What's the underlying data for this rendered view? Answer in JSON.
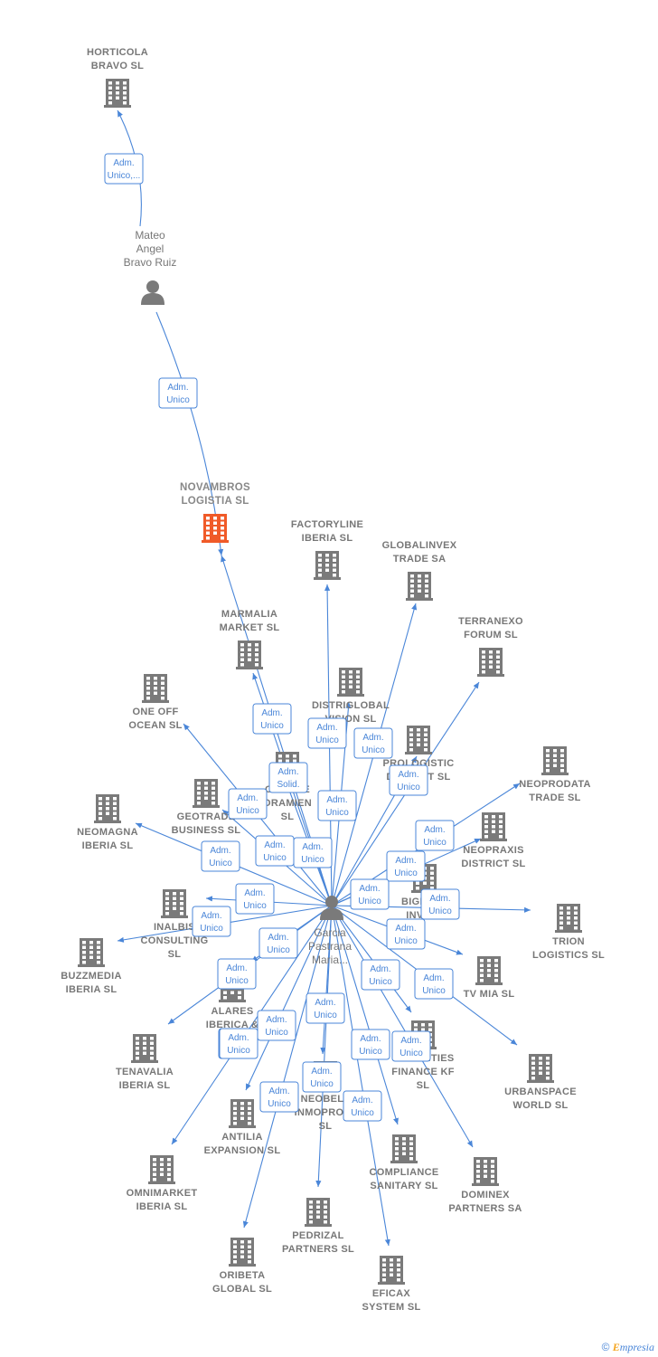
{
  "colors": {
    "building": "#7a7a7a",
    "main_building": "#f05a28",
    "person": "#7a7a7a",
    "edge": "#4a86d8"
  },
  "footer": {
    "copyright": "©",
    "brand_e": "E",
    "brand_rest": "mpresia"
  },
  "companies": [
    {
      "id": "horticola",
      "name": [
        "HORTICOLA",
        "BRAVO SL"
      ]
    },
    {
      "id": "novambros",
      "name": [
        "NOVAMBROS",
        "LOGISTIA SL"
      ],
      "main": true
    },
    {
      "id": "factoryline",
      "name": [
        "FACTORYLINE",
        "IBERIA SL"
      ]
    },
    {
      "id": "globalinvex",
      "name": [
        "GLOBALINVEX",
        "TRADE SA"
      ]
    },
    {
      "id": "terranexo",
      "name": [
        "TERRANEXO",
        "FORUM SL"
      ]
    },
    {
      "id": "marmalia",
      "name": [
        "MARMALIA",
        "MARKET SL"
      ]
    },
    {
      "id": "distriglobal",
      "name": [
        "DISTRIGLOBAL",
        "VISION SL"
      ]
    },
    {
      "id": "oneoff",
      "name": [
        "ONE OFF",
        "OCEAN SL"
      ]
    },
    {
      "id": "prologistic",
      "name": [
        "PROLOGISTIC",
        "DISTRICT SL"
      ]
    },
    {
      "id": "neoprodata",
      "name": [
        "NEOPRODATA",
        "TRADE SL"
      ]
    },
    {
      "id": "galomeoramien",
      "name": [
        "GALOME",
        "ORAMIEN",
        "SL"
      ]
    },
    {
      "id": "geotrade",
      "name": [
        "GEOTRADE",
        "BUSINESS SL"
      ]
    },
    {
      "id": "neomagna",
      "name": [
        "NEOMAGNA",
        "IBERIA SL"
      ]
    },
    {
      "id": "neopraxis",
      "name": [
        "NEOPRAXIS",
        "DISTRICT SL"
      ]
    },
    {
      "id": "bigpark",
      "name": [
        "BIGPARK",
        "INVEST"
      ]
    },
    {
      "id": "inalbis",
      "name": [
        "INALBIS",
        "CONSULTING",
        "SL"
      ]
    },
    {
      "id": "trion",
      "name": [
        "TRION",
        "LOGISTICS SL"
      ]
    },
    {
      "id": "buzzmedia",
      "name": [
        "BUZZMEDIA",
        "IBERIA SL"
      ]
    },
    {
      "id": "tvmia",
      "name": [
        "TV MIA SL"
      ]
    },
    {
      "id": "alares",
      "name": [
        "ALARES",
        "IBERICA &"
      ]
    },
    {
      "id": "tenavalia",
      "name": [
        "TENAVALIA",
        "IBERIA SL"
      ]
    },
    {
      "id": "securities",
      "name": [
        "SECURITIES",
        "FINANCE KF",
        "SL"
      ]
    },
    {
      "id": "urbanspace",
      "name": [
        "URBANSPACE",
        "WORLD SL"
      ]
    },
    {
      "id": "antilia",
      "name": [
        "ANTILIA",
        "EXPANSION SL"
      ]
    },
    {
      "id": "neobell",
      "name": [
        "NEOBELL",
        "INMOPROJE",
        "SL"
      ]
    },
    {
      "id": "omnimarket",
      "name": [
        "OMNIMARKET",
        "IBERIA SL"
      ]
    },
    {
      "id": "compliance",
      "name": [
        "COMPLIANCE",
        "SANITARY SL"
      ]
    },
    {
      "id": "dominex",
      "name": [
        "DOMINEX",
        "PARTNERS SA"
      ]
    },
    {
      "id": "pedrizal",
      "name": [
        "PEDRIZAL",
        "PARTNERS SL"
      ]
    },
    {
      "id": "oribeta",
      "name": [
        "ORIBETA",
        "GLOBAL SL"
      ]
    },
    {
      "id": "eficax",
      "name": [
        "EFICAX",
        "SYSTEM SL"
      ]
    }
  ],
  "persons": [
    {
      "id": "mateo",
      "name": [
        "Mateo",
        "Angel",
        "Bravo Ruiz"
      ]
    },
    {
      "id": "garcia",
      "name": [
        "Garcia",
        "Pastrana",
        "Maria..."
      ]
    }
  ],
  "relations": [
    {
      "from": "mateo",
      "to": "horticola",
      "label": [
        "Adm.",
        "Unico,..."
      ]
    },
    {
      "from": "mateo",
      "to": "novambros",
      "label": [
        "Adm.",
        "Unico"
      ]
    },
    {
      "from": "garcia",
      "to": "novambros",
      "label": [
        "Adm.",
        "Unico"
      ]
    },
    {
      "from": "garcia",
      "to": "factoryline",
      "label": [
        "Adm.",
        "Unico"
      ]
    },
    {
      "from": "garcia",
      "to": "globalinvex",
      "label": [
        "Adm.",
        "Unico"
      ]
    },
    {
      "from": "garcia",
      "to": "terranexo",
      "label": [
        "Adm.",
        "Unico"
      ]
    },
    {
      "from": "garcia",
      "to": "marmalia",
      "label": [
        "Adm.",
        "Solid."
      ]
    },
    {
      "from": "garcia",
      "to": "distriglobal",
      "label": [
        "Adm.",
        "Unico"
      ]
    },
    {
      "from": "garcia",
      "to": "oneoff",
      "label": [
        "Adm.",
        "Unico"
      ]
    },
    {
      "from": "garcia",
      "to": "neoprodata",
      "label": [
        "Adm.",
        "Unico"
      ]
    },
    {
      "from": "garcia",
      "to": "galomeoramien",
      "label": [
        "Adm.",
        "Unico"
      ]
    },
    {
      "from": "garcia",
      "to": "geotrade",
      "label": [
        "Adm.",
        "Unico"
      ]
    },
    {
      "from": "garcia",
      "to": "neomagna",
      "label": [
        "Adm.",
        "Unico"
      ]
    },
    {
      "from": "garcia",
      "to": "neopraxis",
      "label": [
        "Adm.",
        "Unico"
      ]
    },
    {
      "from": "garcia",
      "to": "prologistic",
      "label": [
        "Adm.",
        "Unico"
      ]
    },
    {
      "from": "garcia",
      "to": "bigpark",
      "label": [
        "Adm.",
        "Unico"
      ]
    },
    {
      "from": "garcia",
      "to": "inalbis",
      "label": [
        "Adm.",
        "Unico"
      ]
    },
    {
      "from": "garcia",
      "to": "trion",
      "label": [
        "Adm.",
        "Unico"
      ]
    },
    {
      "from": "garcia",
      "to": "buzzmedia",
      "label": [
        "Adm.",
        "Unico"
      ]
    },
    {
      "from": "garcia",
      "to": "tvmia",
      "label": [
        "Adm.",
        "Unico"
      ]
    },
    {
      "from": "garcia",
      "to": "alares",
      "label": [
        "Adm.",
        "Unico"
      ]
    },
    {
      "from": "garcia",
      "to": "tenavalia",
      "label": [
        "Adm.",
        "Unico"
      ]
    },
    {
      "from": "garcia",
      "to": "securities",
      "label": [
        "Adm.",
        "Unico"
      ]
    },
    {
      "from": "garcia",
      "to": "urbanspace",
      "label": [
        "Adm.",
        "Unico"
      ]
    },
    {
      "from": "garcia",
      "to": "antilia",
      "label": [
        "Adm.",
        "Unico"
      ]
    },
    {
      "from": "garcia",
      "to": "neobell",
      "label": [
        "Adm.",
        "Unico"
      ]
    },
    {
      "from": "garcia",
      "to": "omnimarket",
      "label": [
        "Adm.",
        "Unico"
      ]
    },
    {
      "from": "garcia",
      "to": "compliance",
      "label": [
        "Adm.",
        "Unico"
      ]
    },
    {
      "from": "garcia",
      "to": "dominex",
      "label": [
        "Adm.",
        "Unico"
      ]
    },
    {
      "from": "garcia",
      "to": "pedrizal",
      "label": [
        "Adm.",
        "Unico"
      ]
    },
    {
      "from": "garcia",
      "to": "oribeta",
      "label": [
        "Adm.",
        "Unico"
      ]
    },
    {
      "from": "garcia",
      "to": "eficax",
      "label": [
        "Adm.",
        "Unico"
      ]
    }
  ]
}
